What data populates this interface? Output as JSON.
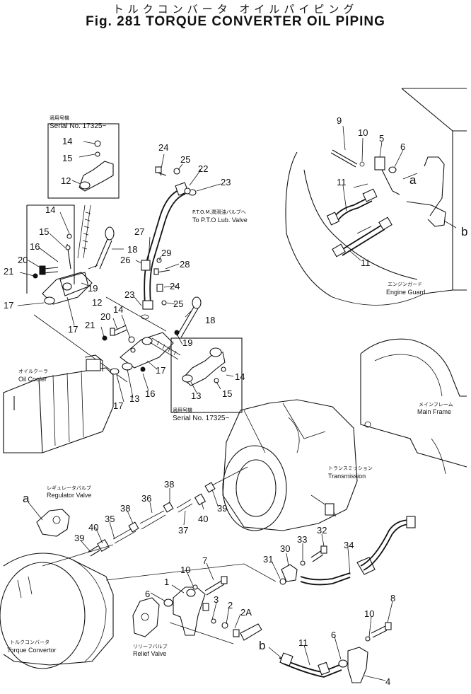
{
  "title": {
    "japanese": "トルクコンバータ オイルパイピング",
    "english": "Fig. 281 TORQUE CONVERTER OIL PIPING"
  },
  "inset_note": {
    "japanese": "適用号機",
    "serial": "Serial No. 17325~"
  },
  "components": {
    "pto_valve": {
      "japanese": "P.T.O.M.潤滑油バルブへ",
      "english": "To P.T.O Lub. Valve"
    },
    "engine_guard": {
      "japanese": "エンジンガード",
      "english": "Engine Guard"
    },
    "oil_cooler": {
      "japanese": "オイルクーラ",
      "english": "Oil Cooler"
    },
    "main_frame": {
      "japanese": "メインフレーム",
      "english": "Main Frame"
    },
    "transmission": {
      "japanese": "トランスミッション",
      "english": "Transmission"
    },
    "regulator_valve": {
      "japanese": "レギュレータバルブ",
      "english": "Regulator Valve"
    },
    "torque_converter": {
      "japanese": "トルクコンバータ",
      "english": "Torque Convertor"
    },
    "relief_valve": {
      "japanese": "リリーフバルブ",
      "english": "Relief Valve"
    }
  },
  "callouts": {
    "c1": "1",
    "c2": "2",
    "c2a": "2A",
    "c3": "3",
    "c4": "4",
    "c5": "5",
    "c6a": "6",
    "c6b": "6",
    "c6c": "6",
    "c7": "7",
    "c8": "8",
    "c9": "9",
    "c10a": "10",
    "c10b": "10",
    "c10c": "10",
    "c11a": "11",
    "c11b": "11",
    "c11c": "11",
    "c12a": "12",
    "c12b": "12",
    "c13a": "13",
    "c13b": "13",
    "c14a": "14",
    "c14b": "14",
    "c14c": "14",
    "c14d": "14",
    "c15a": "15",
    "c15b": "15",
    "c15c": "15",
    "c16a": "16",
    "c16b": "16",
    "c17a": "17",
    "c17b": "17",
    "c17c": "17",
    "c17d": "17",
    "c18a": "18",
    "c18b": "18",
    "c19a": "19",
    "c19b": "19",
    "c20a": "20",
    "c20b": "20",
    "c21a": "21",
    "c21b": "21",
    "c22": "22",
    "c23a": "23",
    "c23b": "23",
    "c24a": "24",
    "c24b": "24",
    "c25a": "25",
    "c25b": "25",
    "c26": "26",
    "c27": "27",
    "c28": "28",
    "c29": "29",
    "c30": "30",
    "c31": "31",
    "c32": "32",
    "c33": "33",
    "c34": "34",
    "c35": "35",
    "c36": "36",
    "c37": "37",
    "c38a": "38",
    "c38b": "38",
    "c39a": "39",
    "c39b": "39",
    "c40a": "40",
    "c40b": "40",
    "ca1": "a",
    "ca2": "a",
    "cb1": "b",
    "cb2": "b"
  }
}
